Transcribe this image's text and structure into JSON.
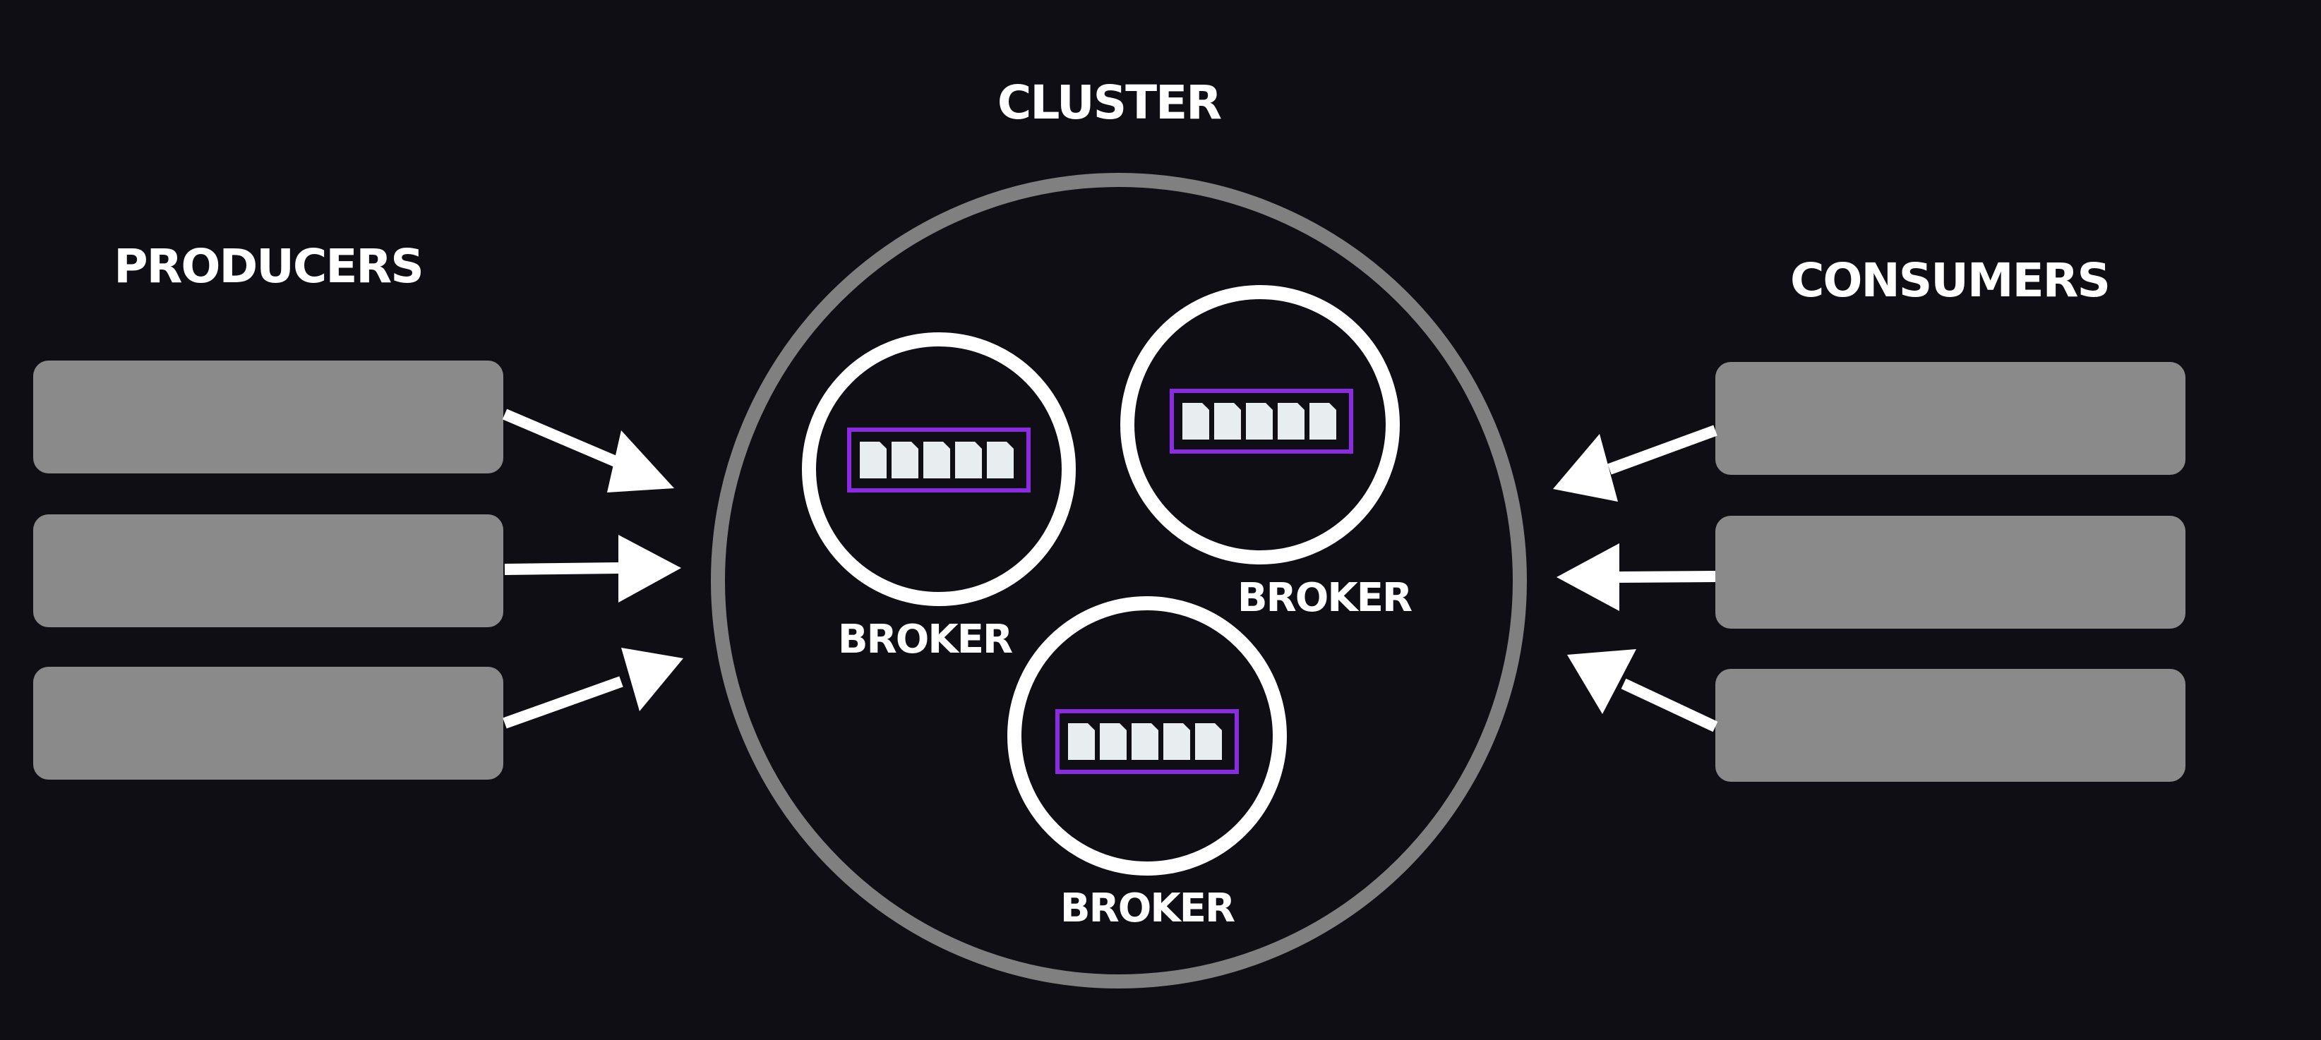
{
  "diagram": {
    "cluster": {
      "title": "CLUSTER"
    },
    "producers": {
      "title": "PRODUCERS",
      "count": 3
    },
    "consumers": {
      "title": "CONSUMERS",
      "count": 3
    },
    "brokers": [
      {
        "label": "BROKER",
        "queue_items": 5
      },
      {
        "label": "BROKER",
        "queue_items": 5
      },
      {
        "label": "BROKER",
        "queue_items": 5
      }
    ],
    "colors": {
      "background": "#0f0e14",
      "box": "#8a8a8a",
      "cluster_ring": "#808080",
      "broker_ring": "#ffffff",
      "queue_border": "#8a2be2",
      "queue_item": "#e8eef0"
    }
  }
}
